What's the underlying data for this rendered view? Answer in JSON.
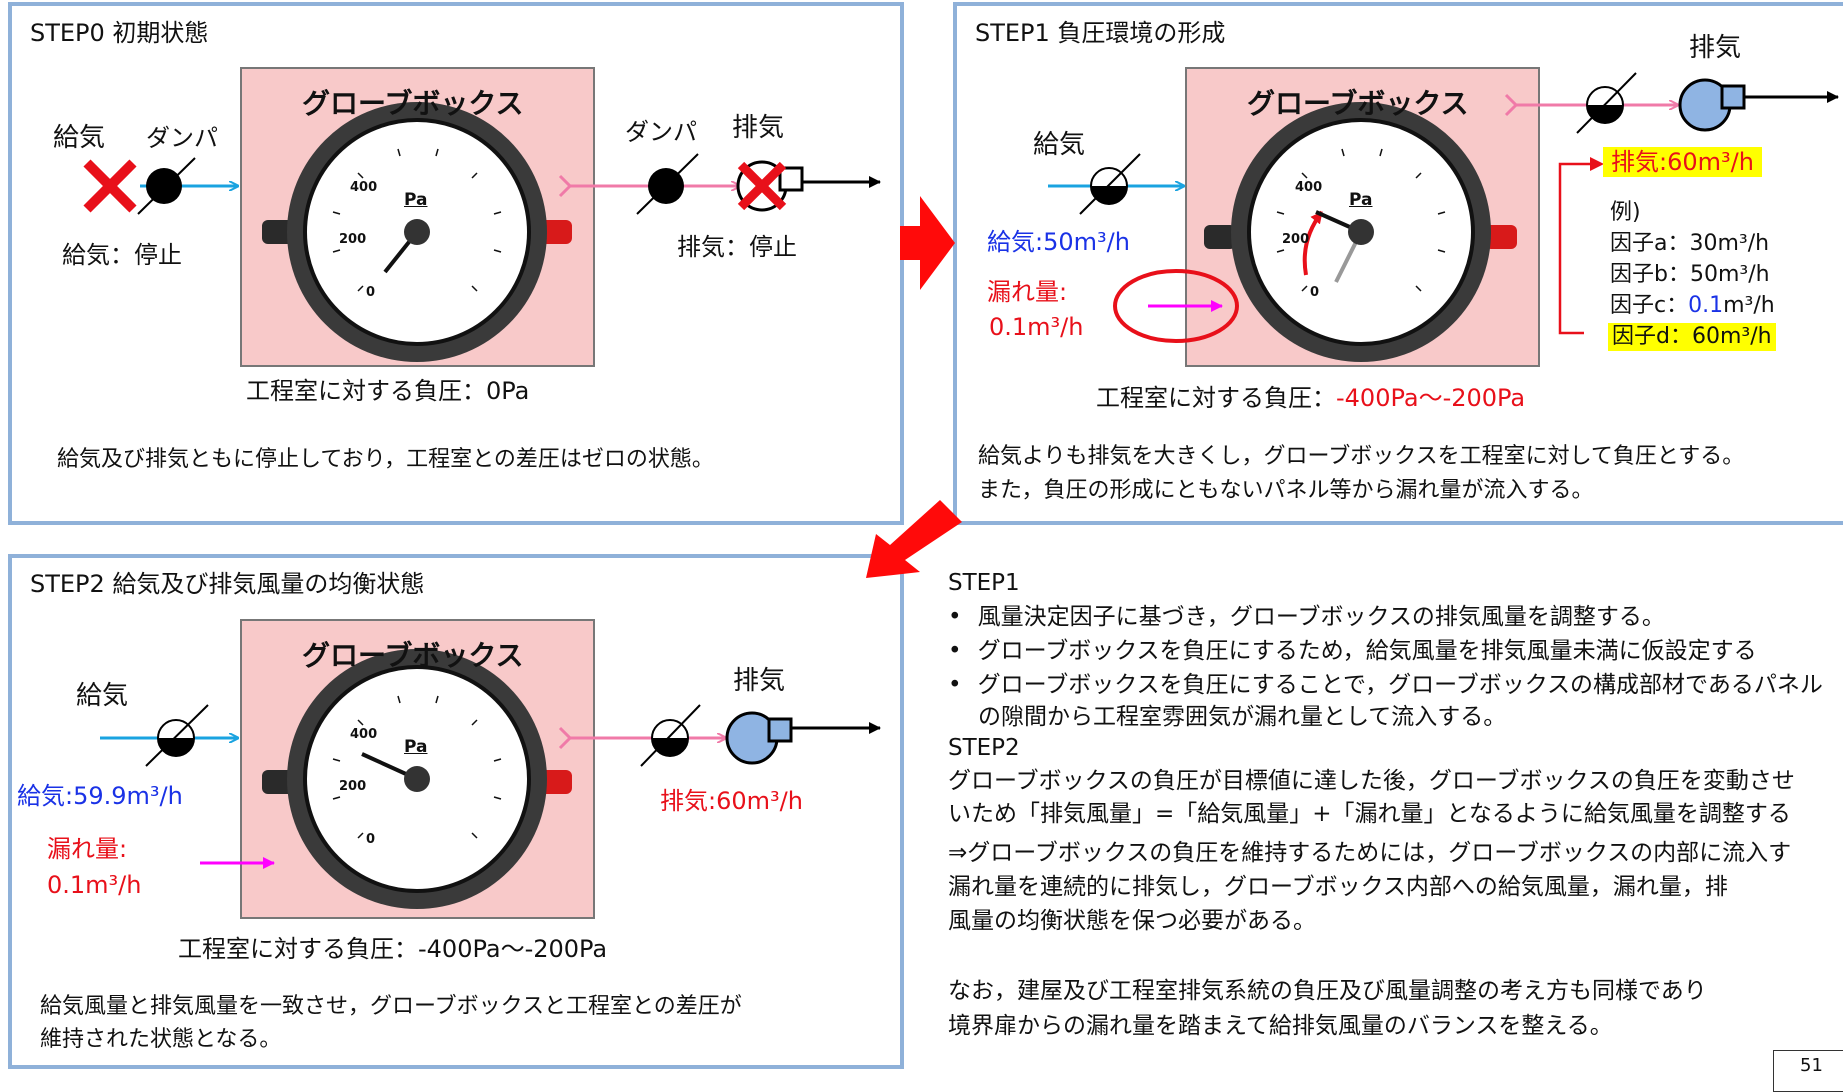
{
  "step0": {
    "title": "STEP0  初期状態",
    "box_label": "グローブボックス",
    "supply_label": "給気",
    "damper_left": "ダンパ",
    "damper_right": "ダンパ",
    "exhaust_label": "排気",
    "supply_status": "給気：停止",
    "exhaust_status": "排気：停止",
    "pressure_text": "工程室に対する負圧：0Pa",
    "description": "給気及び排気ともに停止しており，工程室との差圧はゼロの状態。"
  },
  "step1": {
    "title": "STEP1  負圧環境の形成",
    "box_label": "グローブボックス",
    "supply_label": "給気",
    "exhaust_label": "排気",
    "supply_flow": "給気:50m³/h",
    "leak_label": "漏れ量:",
    "leak_value": "0.1m³/h",
    "exhaust_flow": "排気:60m³/h",
    "example_label": "例)",
    "factors": [
      {
        "name": "因子a：",
        "value": "30m³/h"
      },
      {
        "name": "因子b：",
        "value": "50m³/h"
      },
      {
        "name": "因子c：",
        "value": "0.1",
        "unit": "m³/h"
      },
      {
        "name": "因子d：",
        "value": "60m³/h"
      }
    ],
    "pressure_prefix": "工程室に対する負圧：",
    "pressure_value": "-400Pa～-200Pa",
    "description_1": "給気よりも排気を大きくし，グローブボックスを工程室に対して負圧とする。",
    "description_2": "また，負圧の形成にともないパネル等から漏れ量が流入する。"
  },
  "step2": {
    "title": "STEP2  給気及び排気風量の均衡状態",
    "box_label": "グローブボックス",
    "supply_label": "給気",
    "exhaust_label": "排気",
    "supply_flow": "給気:59.9m³/h",
    "exhaust_flow": "排気:60m³/h",
    "leak_label": "漏れ量:",
    "leak_value": "0.1m³/h",
    "pressure_text": "工程室に対する負圧：-400Pa～-200Pa",
    "description_1": "給気風量と排気風量を一致させ，グローブボックスと工程室との差圧が",
    "description_2": "維持された状態となる。"
  },
  "gauge": {
    "unit": "Pa",
    "tick_400": "400",
    "tick_200": "200",
    "tick_0": "0"
  },
  "notes": {
    "step1_heading": "STEP1",
    "bullet_1": "風量決定因子に基づき，グローブボックスの排気風量を調整する。",
    "bullet_2": "グローブボックスを負圧にするため，給気風量を排気風量未満に仮設定する",
    "bullet_3a": "グローブボックスを負圧にすることで，グローブボックスの構成部材であるパネル",
    "bullet_3b": "の隙間から工程室雰囲気が漏れ量として流入する。",
    "step2_heading": "STEP2",
    "step2_line1": "グローブボックスの負圧が目標値に達した後，グローブボックスの負圧を変動させ",
    "step2_line2": "いため「排気風量」=「給気風量」+「漏れ量」となるように給気風量を調整する",
    "arrow_line1": "⇒グローブボックスの負圧を維持するためには，グローブボックスの内部に流入す",
    "arrow_line2": "漏れ量を連続的に排気し，グローブボックス内部への給気風量，漏れ量，排",
    "arrow_line3": "風量の均衡状態を保つ必要がある。",
    "final_line1": "なお，建屋及び工程室排気系統の負圧及び風量調整の考え方も同様であり",
    "final_line2": "境界扉からの漏れ量を踏まえて給排気風量のバランスを整える。"
  },
  "page_number": "51",
  "colors": {
    "panel_border": "#8fb1d9",
    "box_fill": "#f8c9c9",
    "supply_line": "#1aa3e0",
    "exhaust_line": "#f07aa8",
    "leak_arrow": "#ff00ff",
    "red": "#e8101a",
    "blue": "#1a32e6",
    "fan_fill": "#8fb4e3",
    "highlight": "#ffff00"
  }
}
